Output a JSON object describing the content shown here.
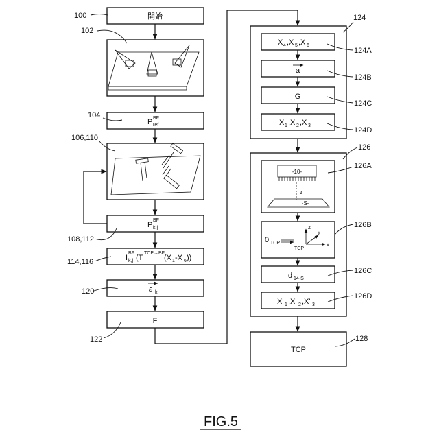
{
  "figure_label": "FIG.5",
  "left_column": {
    "start_label": "開始",
    "step104_main": "P",
    "step104_sup": "BF",
    "step104_sub": "ref",
    "step108_main": "P",
    "step108_sup": "BF",
    "step108_sub": "k,j",
    "step114_main": "I",
    "step114_sup": "BF",
    "step114_sub": "k,j",
    "step114_paren_open": "(T",
    "step114_sup2": "TCP→BF",
    "step114_rest": "(X",
    "step114_sub2": "1",
    "step114_dash": "-X",
    "step114_sub3": "6",
    "step114_close": "))",
    "step120_main": "ε",
    "step120_sub": "k",
    "step122_main": "F"
  },
  "right_column": {
    "box124A_text": "X",
    "box124A_subs": [
      "4",
      "5",
      "6"
    ],
    "box124B_text": "a",
    "box124C_text": "G",
    "box124D_text": "X",
    "box124D_subs": [
      "1",
      "2",
      "3"
    ],
    "box126A_robot": "-10-",
    "box126A_axis": "z",
    "box126A_surface": "-S-",
    "box126B_main": "0",
    "box126B_sub": "TCP",
    "box126B_z": "z",
    "box126B_y": "y",
    "box126B_x": "x",
    "box126B_tcp": "TCP",
    "box126C_main": "d",
    "box126C_sub": "14-S",
    "box126D_main": "X'",
    "box126D_subs": [
      "1",
      "2",
      "3"
    ],
    "box128_text": "TCP"
  },
  "refs": {
    "r100": "100",
    "r102": "102",
    "r104": "104",
    "r106": "106,110",
    "r108": "108,112",
    "r114": "114,116",
    "r120": "120",
    "r122": "122",
    "r124": "124",
    "r124A": "124A",
    "r124B": "124B",
    "r124C": "124C",
    "r124D": "124D",
    "r126": "126",
    "r126A": "126A",
    "r126B": "126B",
    "r126C": "126C",
    "r126D": "126D",
    "r128": "128"
  }
}
